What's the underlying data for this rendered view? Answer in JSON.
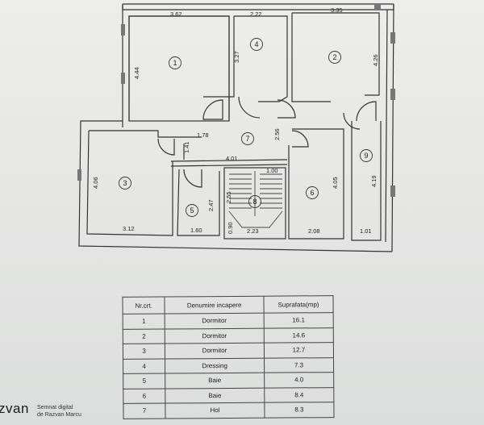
{
  "plan": {
    "dimensions": {
      "d_362": "3.62",
      "d_222": "2.22",
      "d_335": "3.35",
      "d_444": "4.44",
      "d_327": "3.27",
      "d_426": "4.26",
      "d_178": "1.78",
      "d_141": "1.41",
      "d_256": "2.56",
      "d_401": "4.01",
      "d_100": "1.00",
      "d_406": "4.06",
      "d_247": "2.47",
      "d_255": "2.55",
      "d_405": "4.05",
      "d_419": "4.19",
      "d_312": "3.12",
      "d_160": "1.60",
      "d_090": "0.90",
      "d_223": "2.23",
      "d_208": "2.08",
      "d_101": "1.01"
    },
    "rooms": [
      "1",
      "2",
      "3",
      "4",
      "5",
      "6",
      "7",
      "8",
      "9"
    ]
  },
  "table": {
    "headers": [
      "Nr.crt.",
      "Denumire incapere",
      "Suprafata(mp)"
    ],
    "rows": [
      {
        "nr": "1",
        "name": "Dormitor",
        "area": "16.1"
      },
      {
        "nr": "2",
        "name": "Dormitor",
        "area": "14.6"
      },
      {
        "nr": "3",
        "name": "Dormitor",
        "area": "12.7"
      },
      {
        "nr": "4",
        "name": "Dressing",
        "area": "7.3"
      },
      {
        "nr": "5",
        "name": "Baie",
        "area": "4.0"
      },
      {
        "nr": "6",
        "name": "Baie",
        "area": "8.4"
      },
      {
        "nr": "7",
        "name": "Hol",
        "area": "8.3"
      }
    ]
  },
  "signature": {
    "name": "zvan",
    "line1": "Semnat digital",
    "line2": "de Razvan Marcu"
  }
}
